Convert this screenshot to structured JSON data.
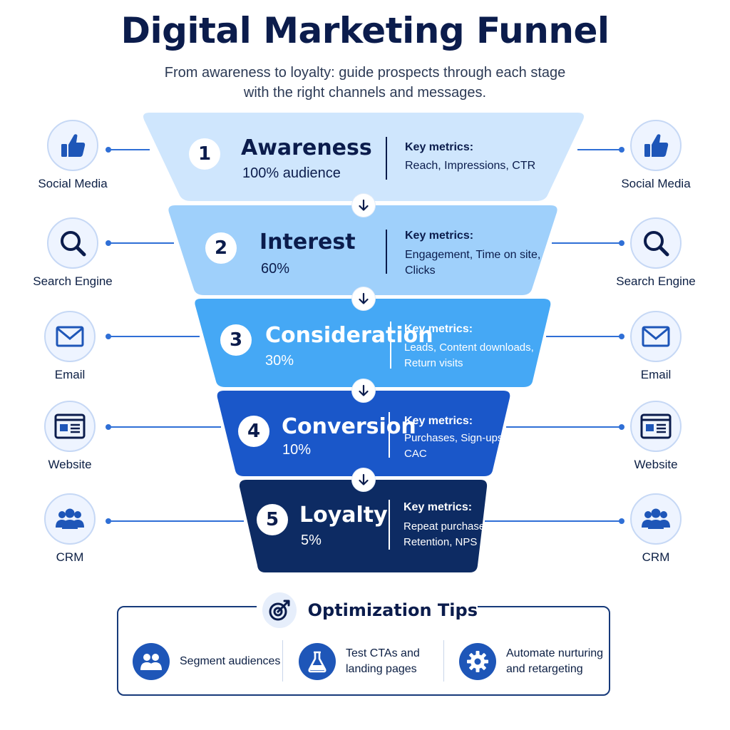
{
  "header": {
    "title": "Digital Marketing Funnel",
    "subtitle_line1": "From awareness to loyalty: guide prospects through each stage",
    "subtitle_line2": "with the right channels and messages."
  },
  "stages": [
    {
      "number": "1",
      "name": "Awareness",
      "percent": "100% audience",
      "metrics_label": "Key metrics:",
      "metrics_line1": "Reach, Impressions, CTR",
      "metrics_line2": "",
      "color": "#cfe6fd",
      "text_color": "#0b1c4c"
    },
    {
      "number": "2",
      "name": "Interest",
      "percent": "60%",
      "metrics_label": "Key metrics:",
      "metrics_line1": "Engagement, Time on site,",
      "metrics_line2": "Clicks",
      "color": "#9fd0fb",
      "text_color": "#0b1c4c"
    },
    {
      "number": "3",
      "name": "Consideration",
      "percent": "30%",
      "metrics_label": "Key metrics:",
      "metrics_line1": "Leads, Content downloads,",
      "metrics_line2": "Return visits",
      "color": "#45a8f5",
      "text_color": "#ffffff"
    },
    {
      "number": "4",
      "name": "Conversion",
      "percent": "10%",
      "metrics_label": "Key metrics:",
      "metrics_line1": "Purchases, Sign-ups,",
      "metrics_line2": "CAC",
      "color": "#1a57c9",
      "text_color": "#ffffff"
    },
    {
      "number": "5",
      "name": "Loyalty",
      "percent": "5%",
      "metrics_label": "Key metrics:",
      "metrics_line1": "Repeat purchases,",
      "metrics_line2": "Retention, NPS",
      "color": "#0d2b63",
      "text_color": "#ffffff"
    }
  ],
  "channels_left": [
    {
      "label": "Social Media",
      "icon": "thumbs-up-icon"
    },
    {
      "label": "Search Engine",
      "icon": "magnifier-icon"
    },
    {
      "label": "Email",
      "icon": "envelope-icon"
    },
    {
      "label": "Website",
      "icon": "browser-window-icon"
    },
    {
      "label": "CRM",
      "icon": "people-group-icon"
    }
  ],
  "channels_right": [
    {
      "label": "Social Media",
      "icon": "thumbs-up-icon"
    },
    {
      "label": "Search Engine",
      "icon": "magnifier-icon"
    },
    {
      "label": "Email",
      "icon": "envelope-icon"
    },
    {
      "label": "Website",
      "icon": "browser-window-icon"
    },
    {
      "label": "CRM",
      "icon": "people-group-icon"
    }
  ],
  "tips": {
    "title": "Optimization Tips",
    "items": [
      {
        "line1": "Segment audiences",
        "line2": "",
        "icon": "people-icon"
      },
      {
        "line1": "Test CTAs and",
        "line2": "landing pages",
        "icon": "flask-icon"
      },
      {
        "line1": "Automate nurturing",
        "line2": "and retargeting",
        "icon": "gear-icon"
      }
    ]
  },
  "colors": {
    "accent": "#2f6fd6",
    "dark": "#0b1c4c",
    "icon_blue": "#1e56b8"
  }
}
